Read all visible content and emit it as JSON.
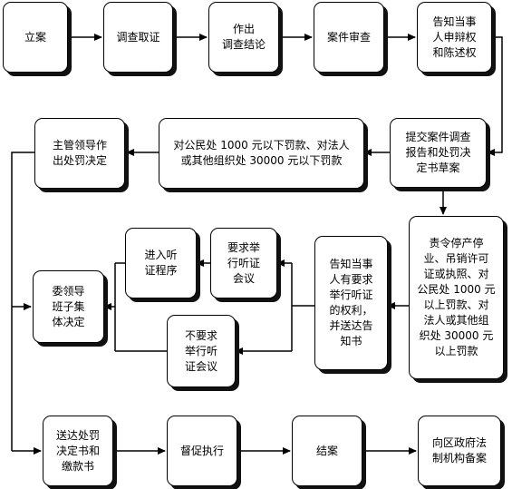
{
  "steps": {
    "lian": "立案",
    "diaocha": "调查取证",
    "zuochu": "作出\n调查结论",
    "shencha": "案件审查",
    "gaozhi1": "告知当事\n人申辩权\n和陈述权",
    "tijiao": "提交案件调查\n报告和处罚决\n定书草案",
    "duigongmin": "对公民处 1000 元以下罚款、对法人\n或其他组织处 30000 元以下罚款",
    "zhuguan": "主管领导作\n出处罚决定",
    "zeling": "责令停产停\n业、吊销许可\n证或执照、对\n公民处 1000 元\n以上罚款、对\n法人或其他组\n织处 30000 元\n以上罚款",
    "gaozhi2": "告知当事\n人有要求\n举行听证\n的权利，\n并送达告\n知书",
    "yaoqiu": "要求举\n行听证\n会议",
    "jinru": "进入听\n证程序",
    "buyaoqiu": "不要求\n举行听\n证会议",
    "weilingdao": "委领导\n班子集\n体决定",
    "songda": "送达处罚\n决定书和\n缴款书",
    "duchu": "督促执行",
    "jiean": "结案",
    "xiangqu": "向区政府法\n制机构备案"
  }
}
